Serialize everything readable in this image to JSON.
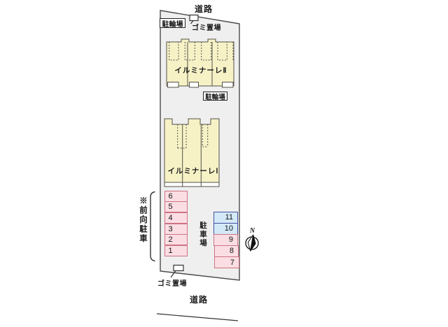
{
  "site": {
    "road_top": "道路",
    "road_bottom": "道路"
  },
  "labels": {
    "bike_parking_top": "駐輪場",
    "bike_parking_mid": "駐輪場",
    "garbage_top": "ゴミ置場",
    "garbage_bottom": "ゴミ置場",
    "parking_area_vertical": "駐車場",
    "front_in_parking_note": "※前向駐車",
    "compass_north": "N"
  },
  "buildings": {
    "building2": {
      "name": "イルミナーレⅡ"
    },
    "building1": {
      "name": "イルミナーレⅠ"
    }
  },
  "parking": {
    "left_spaces": [
      "6",
      "5",
      "4",
      "3",
      "2",
      "1"
    ],
    "right_spaces": [
      "11",
      "10",
      "9",
      "8",
      "7"
    ],
    "right_space_types": [
      "blue",
      "blue",
      "pink",
      "pink",
      "pink"
    ]
  },
  "colors": {
    "site_fill": "#efefef",
    "site_outline": "#4a4a4a",
    "building_fill": "#f6f2c6",
    "building_outline": "#55524a",
    "space_pink_fill": "#fbdee4",
    "space_pink_border": "#cd7383",
    "space_blue_fill": "#d4e9f8",
    "space_blue_border": "#44509e"
  }
}
